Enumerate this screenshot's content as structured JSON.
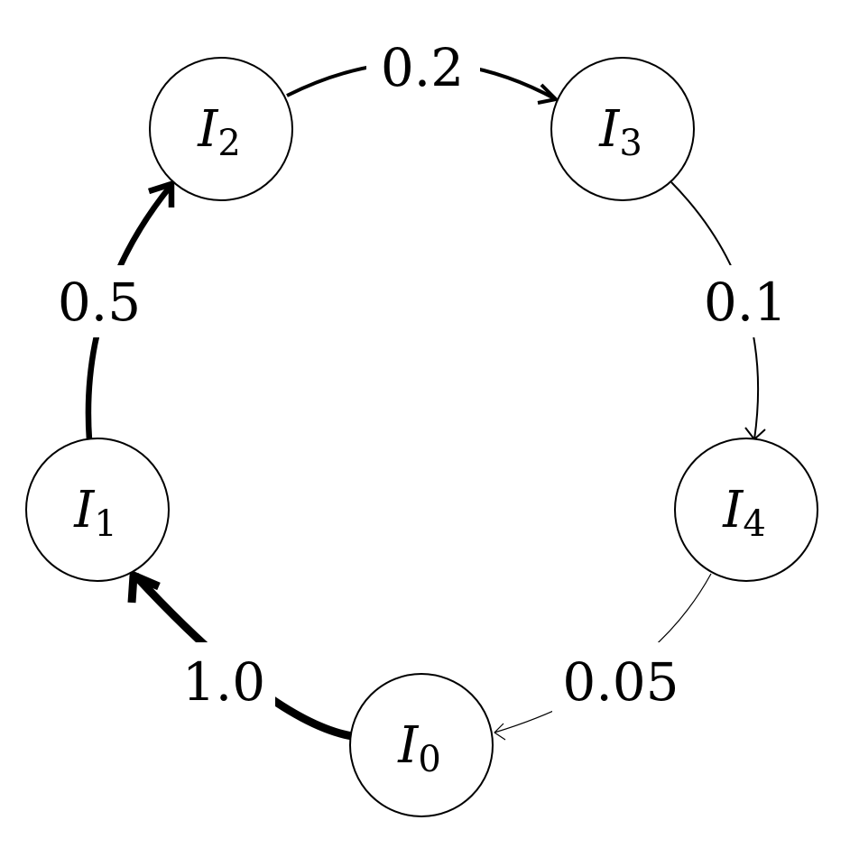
{
  "diagram": {
    "nodes": [
      {
        "id": "I0",
        "letter": "I",
        "sub": "0"
      },
      {
        "id": "I1",
        "letter": "I",
        "sub": "1"
      },
      {
        "id": "I2",
        "letter": "I",
        "sub": "2"
      },
      {
        "id": "I3",
        "letter": "I",
        "sub": "3"
      },
      {
        "id": "I4",
        "letter": "I",
        "sub": "4"
      }
    ],
    "edges": [
      {
        "from": "I0",
        "to": "I1",
        "weight": "1.0"
      },
      {
        "from": "I1",
        "to": "I2",
        "weight": "0.5"
      },
      {
        "from": "I2",
        "to": "I3",
        "weight": "0.2"
      },
      {
        "from": "I3",
        "to": "I4",
        "weight": "0.1"
      },
      {
        "from": "I4",
        "to": "I0",
        "weight": "0.05"
      }
    ],
    "colors": {
      "stroke": "#000000",
      "fill": "#ffffff"
    }
  }
}
